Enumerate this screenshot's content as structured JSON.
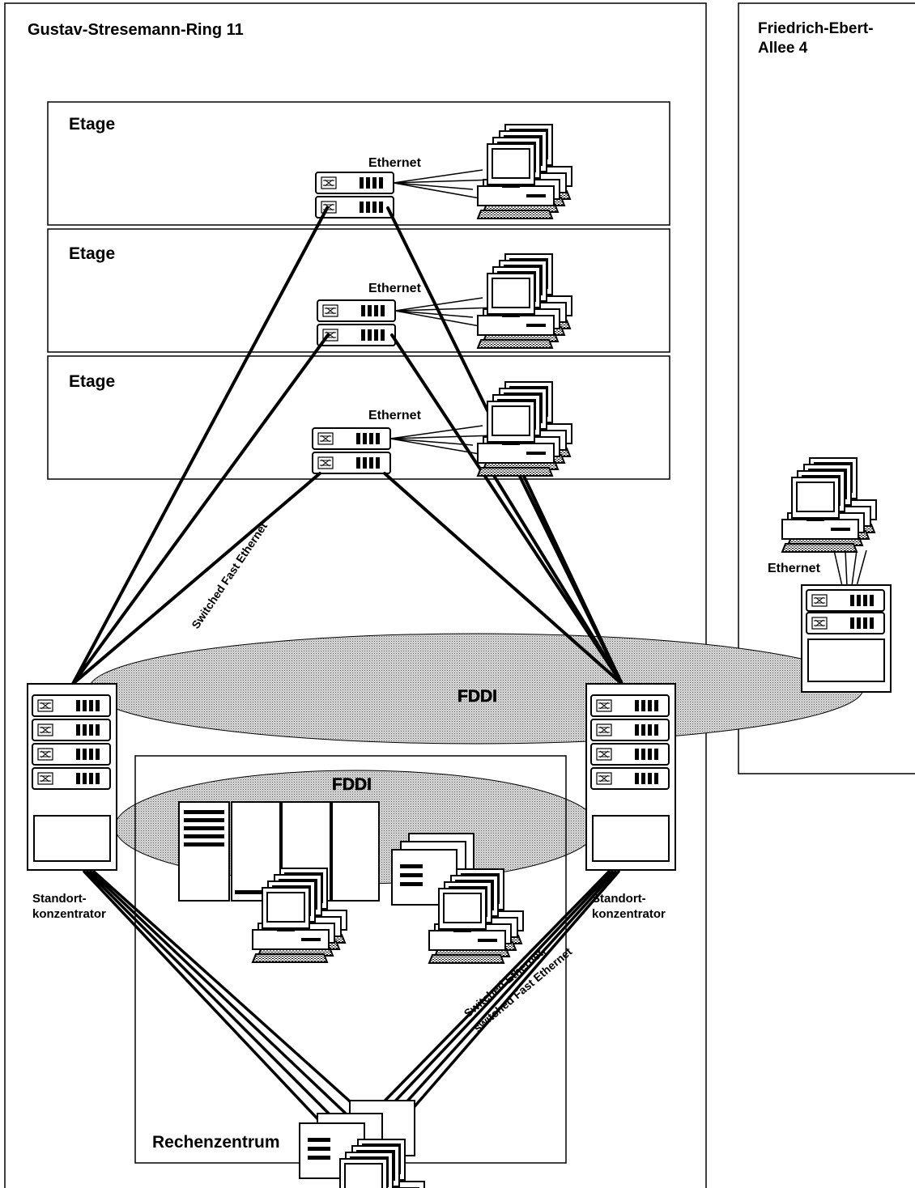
{
  "buildings": {
    "main": {
      "title": "Gustav-Stresemann-Ring 11"
    },
    "annex": {
      "title_line1": "Friedrich-Ebert-",
      "title_line2": "Allee 4"
    }
  },
  "floors": [
    {
      "label": "Etage",
      "network": "Ethernet"
    },
    {
      "label": "Etage",
      "network": "Ethernet"
    },
    {
      "label": "Etage",
      "network": "Ethernet"
    }
  ],
  "annex_network": "Ethernet",
  "backbone": {
    "ring_label": "FDDI",
    "inner_ring_label": "FDDI"
  },
  "link_labels": {
    "floor_links": "Switched Fast Ethernet",
    "datacenter_links_line1": "Switched Ethernet,",
    "datacenter_links_line2": "switched Fast Ethernet"
  },
  "concentrators": [
    {
      "line1": "Standort-",
      "line2": "konzentrator"
    },
    {
      "line1": "Standort-",
      "line2": "konzentrator"
    }
  ],
  "datacenter": {
    "label": "Rechenzentrum"
  }
}
